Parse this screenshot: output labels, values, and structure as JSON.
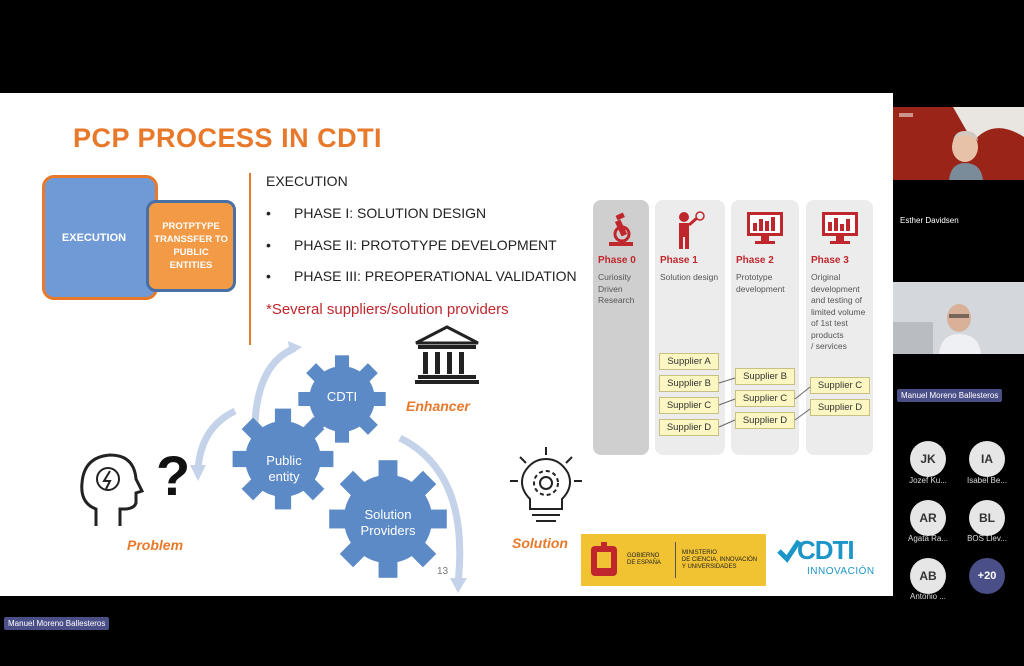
{
  "slide": {
    "title": "PCP PROCESS IN CDTI",
    "execution_box": "EXECUTION",
    "prototype_box": "PROTPTYPE TRANSSFER TO  PUBLIC ENTITIES",
    "execution_heading": "EXECUTION",
    "phases": [
      "PHASE I: SOLUTION DESIGN",
      "PHASE II: PROTOTYPE DEVELOPMENT",
      "PHASE III: PREOPERATIONAL VALIDATION"
    ],
    "bullet": "•",
    "note": "*Several suppliers/solution providers",
    "gears": {
      "cdti": "CDTI",
      "public_entity_1": "Public",
      "public_entity_2": "entity",
      "providers_1": "Solution",
      "providers_2": "Providers"
    },
    "enhancer": "Enhancer",
    "problem": "Problem",
    "solution": "Solution",
    "page_number": "13",
    "phase_columns": [
      {
        "title": "Phase 0",
        "desc": [
          "Curiosity",
          "Driven",
          "Research"
        ]
      },
      {
        "title": "Phase 1",
        "desc": [
          "Solution design"
        ]
      },
      {
        "title": "Phase 2",
        "desc": [
          "Prototype",
          "development"
        ]
      },
      {
        "title": "Phase 3",
        "desc": [
          "Original",
          "development",
          "and testing of",
          "limited volume",
          "of 1st test",
          "products",
          "/ services"
        ]
      }
    ],
    "suppliers": {
      "phase1": [
        "Supplier A",
        "Supplier B",
        "Supplier C",
        "Supplier D"
      ],
      "phase2": [
        "Supplier B",
        "Supplier C",
        "Supplier D"
      ],
      "phase3": [
        "Supplier C",
        "Supplier D"
      ]
    },
    "logos": {
      "gov_1": "GOBIERNO",
      "gov_2": "DE ESPAÑA",
      "min_1": "MINISTERIO",
      "min_2": "DE CIENCIA, INNOVACIÓN",
      "min_3": "Y UNIVERSIDADES",
      "cdti": "CDTI",
      "cdti_sub": "INNOVACIÓN"
    },
    "colors": {
      "accent": "#e8792b",
      "gear": "#5b8ac6",
      "red": "#c0272d"
    }
  },
  "participants": {
    "speaker_1": "Esther Davidsen",
    "speaker_2": "Manuel Moreno Ballesteros",
    "avatars": [
      {
        "initials": "JK",
        "name": "Jozef Ku..."
      },
      {
        "initials": "IA",
        "name": "Isabel Be..."
      },
      {
        "initials": "AR",
        "name": "Agata Ra..."
      },
      {
        "initials": "BL",
        "name": "BOS Llev..."
      },
      {
        "initials": "AB",
        "name": "Antonio ..."
      }
    ],
    "more": "+20"
  },
  "presenter_label": "Manuel Moreno Ballesteros"
}
